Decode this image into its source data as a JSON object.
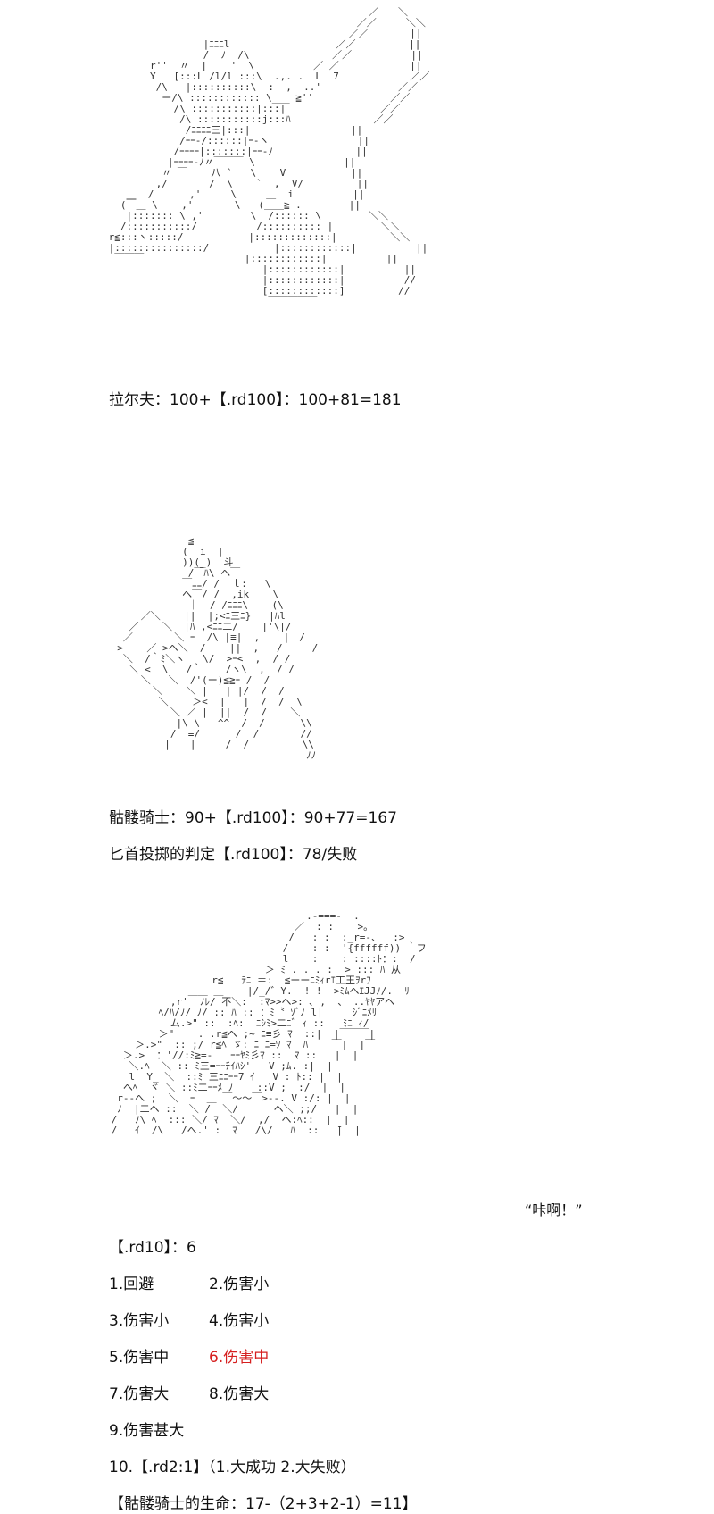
{
  "lines": {
    "ralph_roll": "拉尔夫：100+【.rd100】：100+81=181",
    "skeleton_roll": "骷髅骑士：90+【.rd100】：90+77=167",
    "dagger_roll": "匕首投掷的判定【.rd100】：78/失败",
    "rd10": "【.rd10】：6",
    "row1_a": "1.回避",
    "row1_b": "2.伤害小",
    "row2_a": "3.伤害小",
    "row2_b": "4.伤害小",
    "row3_a": "5.伤害中",
    "row3_b": "6.伤害中",
    "row4_a": "7.伤害大",
    "row4_b": "8.伤害大",
    "row5": "9.伤害甚大",
    "row6": "10.【.rd2:1】（1.大成功 2.大失败）",
    "hp": "【骷髅骑士的生命：17-（2+3+2-1）=11】"
  },
  "quote": "“咔啊！”",
  "colors": {
    "highlight": "#d62020"
  }
}
